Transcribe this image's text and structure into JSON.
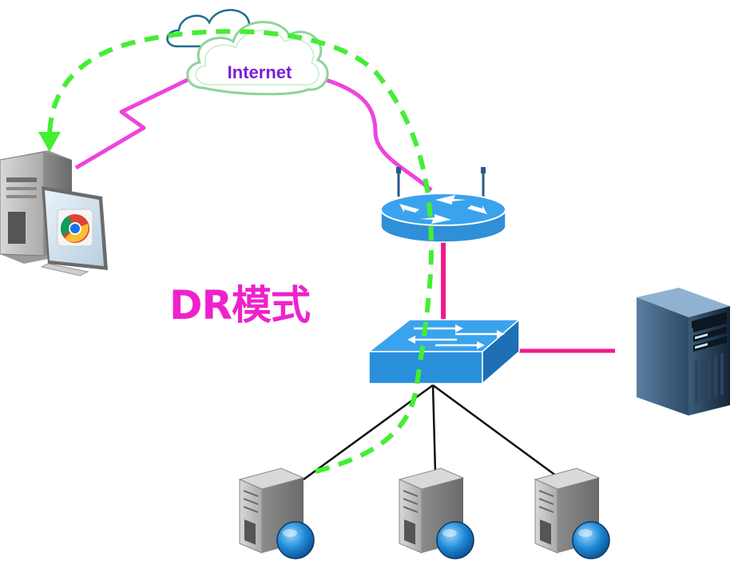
{
  "cloud": {
    "label": "Internet",
    "icon": "cloud-icon"
  },
  "title": "DR模式",
  "colors": {
    "internet_link": "#ee44dd",
    "lan_link": "#ee1a8c",
    "traffic_path": "#44ee33",
    "server_link": "#111111",
    "device_blue": "#3aa3ee",
    "label_purple": "#7b1fd8",
    "title_magenta": "#ee22cc"
  },
  "nodes": [
    {
      "id": "client",
      "icon": "desktop-pc-browser-icon"
    },
    {
      "id": "router",
      "icon": "router-icon"
    },
    {
      "id": "switch",
      "icon": "switch-icon"
    },
    {
      "id": "director",
      "icon": "tower-server-icon"
    },
    {
      "id": "real-server-1",
      "icon": "web-server-icon"
    },
    {
      "id": "real-server-2",
      "icon": "web-server-icon"
    },
    {
      "id": "real-server-3",
      "icon": "web-server-icon"
    }
  ]
}
